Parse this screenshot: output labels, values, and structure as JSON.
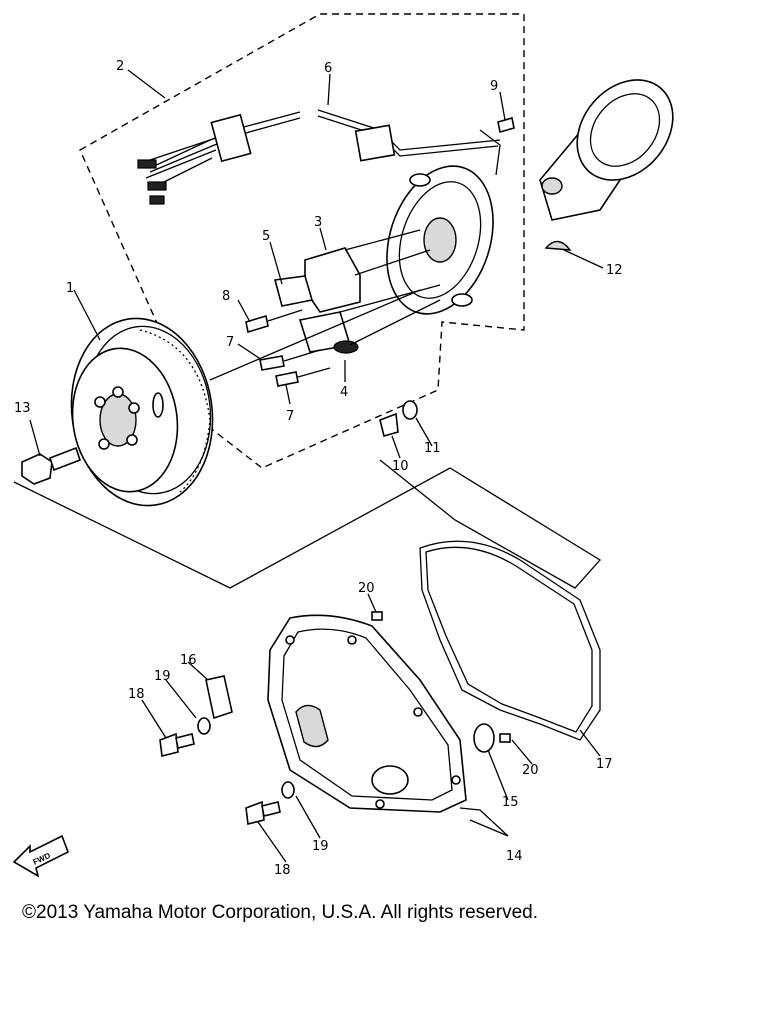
{
  "callouts": {
    "c1": "1",
    "c2": "2",
    "c3": "3",
    "c4": "4",
    "c5": "5",
    "c6": "6",
    "c7a": "7",
    "c7b": "7",
    "c8": "8",
    "c9": "9",
    "c10": "10",
    "c11": "11",
    "c12": "12",
    "c13": "13",
    "c14": "14",
    "c15": "15",
    "c16": "16",
    "c17": "17",
    "c18a": "18",
    "c18b": "18",
    "c19a": "19",
    "c19b": "19",
    "c20a": "20",
    "c20b": "20"
  },
  "fwd_arrow": {
    "label": "FWD"
  },
  "copyright": "©2013 Yamaha Motor Corporation, U.S.A. All rights reserved."
}
